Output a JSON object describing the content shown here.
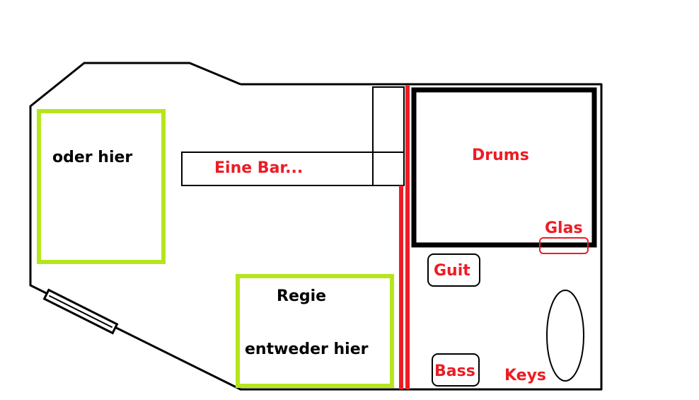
{
  "labels": {
    "oder_hier": "oder hier",
    "bar": "Eine Bar...",
    "drums": "Drums",
    "glas": "Glas",
    "guit": "Guit",
    "regie": "Regie",
    "entweder_hier": "entweder hier",
    "bass": "Bass",
    "keys": "Keys"
  },
  "colors": {
    "outline": "#000000",
    "green": "#b5e61d",
    "red": "#ed1c24",
    "text_black": "#000000",
    "text_red": "#ed1c24"
  }
}
